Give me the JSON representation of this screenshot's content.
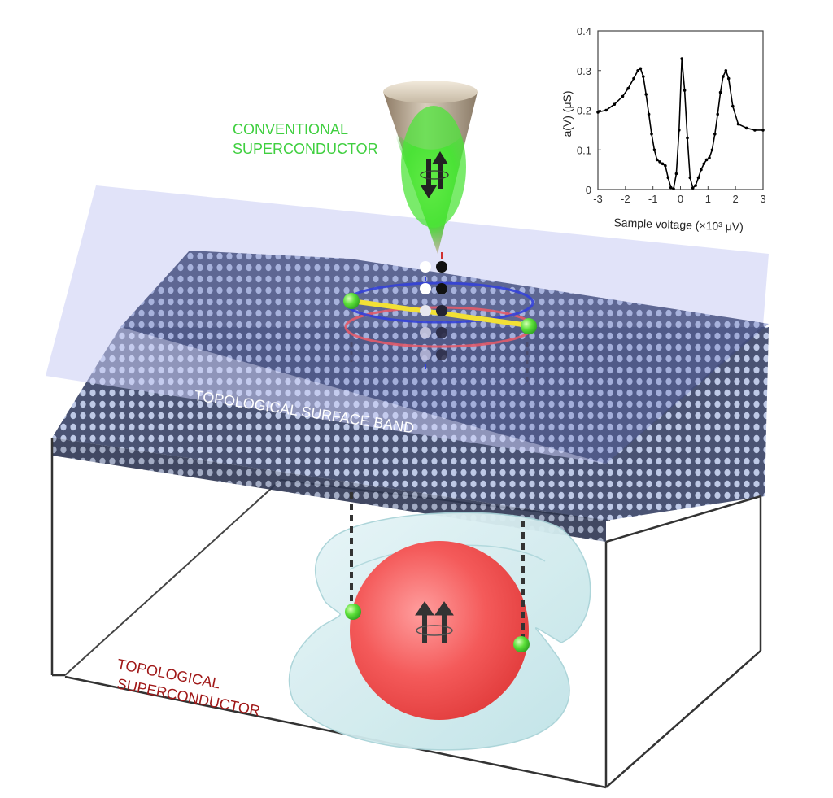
{
  "labels": {
    "tip_line1": "CONVENTIONAL",
    "tip_line2": "SUPERCONDUCTOR",
    "surface": "TOPOLOGICAL SURFACE BAND",
    "bulk_line1": "TOPOLOGICAL",
    "bulk_line2": "SUPERCONDUCTOR"
  },
  "colors": {
    "tip_label": "#3fcf3f",
    "bulk_label": "#a01818",
    "surface_label": "#ffffff",
    "majorana": "#58e03a",
    "plane": "#c9ccf4",
    "vortex_line": "#f2e035",
    "sphere": "#f24c4c",
    "shell": "#cde9ec"
  },
  "inset": {
    "ylabel": "a(V) (μS)",
    "xlabel": "Sample voltage (×10³ μV)"
  },
  "chart_data": {
    "type": "line",
    "title": "",
    "xlabel": "Sample voltage (×10³ μV)",
    "ylabel": "a(V) (μS)",
    "xlim": [
      -3,
      3
    ],
    "ylim": [
      0,
      0.4
    ],
    "xticks": [
      "-3",
      "-2",
      "-1",
      "0",
      "1",
      "2",
      "3"
    ],
    "yticks": [
      "0",
      "0.1",
      "0.2",
      "0.3",
      "0.4"
    ],
    "x": [
      -3.0,
      -2.7,
      -2.4,
      -2.1,
      -1.9,
      -1.7,
      -1.55,
      -1.45,
      -1.35,
      -1.25,
      -1.15,
      -1.05,
      -0.95,
      -0.85,
      -0.75,
      -0.65,
      -0.55,
      -0.45,
      -0.35,
      -0.25,
      -0.15,
      -0.05,
      0.05,
      0.15,
      0.25,
      0.35,
      0.45,
      0.55,
      0.65,
      0.75,
      0.85,
      0.95,
      1.05,
      1.15,
      1.25,
      1.35,
      1.45,
      1.55,
      1.65,
      1.75,
      1.9,
      2.1,
      2.4,
      2.7,
      3.0
    ],
    "y": [
      0.195,
      0.2,
      0.215,
      0.235,
      0.255,
      0.28,
      0.3,
      0.305,
      0.285,
      0.24,
      0.19,
      0.14,
      0.1,
      0.075,
      0.07,
      0.065,
      0.06,
      0.03,
      0.005,
      0.002,
      0.04,
      0.15,
      0.33,
      0.25,
      0.13,
      0.03,
      0.004,
      0.01,
      0.03,
      0.05,
      0.065,
      0.075,
      0.08,
      0.1,
      0.14,
      0.19,
      0.245,
      0.285,
      0.3,
      0.28,
      0.21,
      0.165,
      0.155,
      0.15,
      0.15
    ],
    "grid": false,
    "marker": "dot",
    "line_color": "#000000"
  }
}
